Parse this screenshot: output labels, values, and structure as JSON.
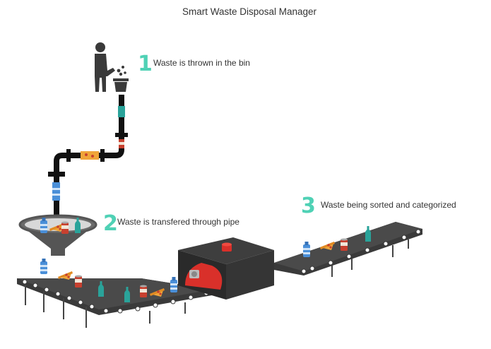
{
  "title": "Smart Waste Disposal Manager",
  "steps": [
    {
      "number": "1",
      "text": "Waste is thrown in the bin"
    },
    {
      "number": "2",
      "text": "Waste is transfered through pipe"
    },
    {
      "number": "3",
      "text": "Waste being sorted and categorized"
    }
  ],
  "colors": {
    "accent": "#4fd1b5",
    "pipe": "#111111",
    "conveyor": "#3a3a3a",
    "machine": "#2f2f2f",
    "machine_red": "#d9302a",
    "bottle_blue": "#4a8fd8",
    "bottle_teal": "#2aa39a",
    "can_red": "#c8402f",
    "pizza": "#f0a53a"
  },
  "icons": [
    "person-throwing-trash-icon",
    "trash-bin-icon",
    "funnel-icon",
    "sorting-machine-icon",
    "bottle-icon",
    "can-icon",
    "pizza-icon"
  ]
}
